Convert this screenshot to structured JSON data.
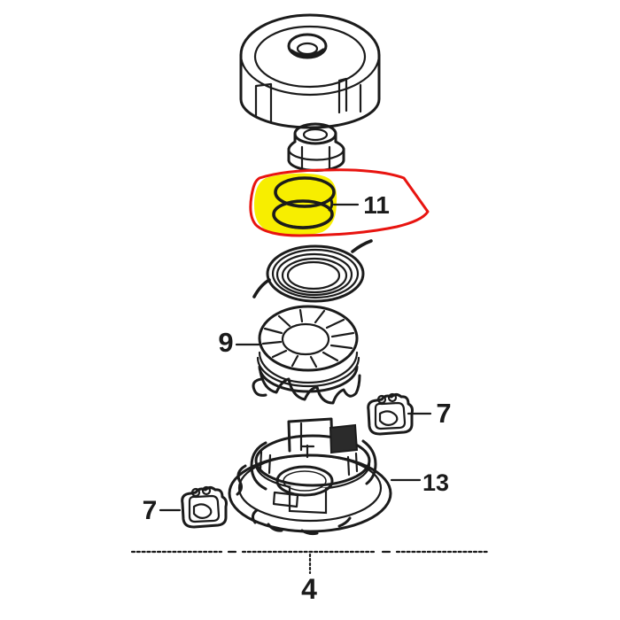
{
  "diagram": {
    "kind": "exploded-parts-diagram",
    "background_color": "#ffffff",
    "line_color": "#1b1b1b",
    "highlight": {
      "outline_color": "#e81410",
      "fill_color": "#f7ee00"
    },
    "labels": {
      "ring_set": "11",
      "spool": "9",
      "clip_right": "7",
      "base": "13",
      "clip_left": "7",
      "assembly_line": "4"
    },
    "parts": {
      "top": "drum-cap",
      "nut": "lock-nut",
      "highlighted": "ring-washer-set",
      "coil": "spiral-spring",
      "middle": "line-spool",
      "clips": "line-guide-clip",
      "bottom": "base-housing",
      "axis": "center-line"
    }
  }
}
